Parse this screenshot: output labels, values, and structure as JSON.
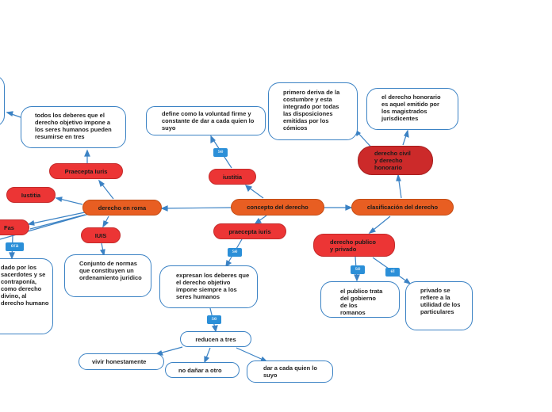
{
  "colors": {
    "central": "#e85e22",
    "topic": "#ec3535",
    "dark_topic": "#cc2a2a",
    "connector": "#3b82c4",
    "tag": "#2b8fd8"
  },
  "nodes": {
    "concepto": "concepto del derecho",
    "derecho_roma": "derecho en roma",
    "clasificacion": "clasificación del derecho",
    "iustitia_center": "iustitia",
    "praecepta_iuris_center": "praecepta iuris",
    "define": "define como la voluntad firme y constante de dar a cada quien lo suyo",
    "expresan": "expresan los deberes que el derecho objetivo impone siempre a los seres humanos",
    "reducen": "reducen a tres",
    "vivir": "vivir honestamente",
    "no_danar": "no dañar a otro",
    "dar_cada": "dar a cada quien lo suyo",
    "praecepta_iuris_left": "Praecepta Iuris",
    "todos_deberes": "todos los deberes que el derecho  objetivo impone a los seres humanos pueden resumirse en tres",
    "iustitia_left": "Iustitia",
    "fas": "Fas",
    "ius": "IUIS",
    "conjunto": "Conjunto de normas que constituyen un ordenamiento juridico",
    "voluntad": "dado por los sacerdotes y se contraponía, como derecho divino, al derecho humano",
    "derecho_civil": "derecho civil y derecho honorario",
    "primero": "primero deriva de la costumbre y esta integrado por todas las disposiciones emitidas por los cómicos",
    "honorario": "el derecho honorario es aquel emitido por los magistrados jurisdicentes",
    "publico_privado": "derecho publico y privado",
    "publico": "el publico trata del gobierno de los romanos",
    "privado": "privado se refiere a la utilidad de los particulares"
  },
  "tags": {
    "se1": "se",
    "se2": "se",
    "se3": "se",
    "era": "era",
    "se4": "se",
    "el": "el"
  }
}
